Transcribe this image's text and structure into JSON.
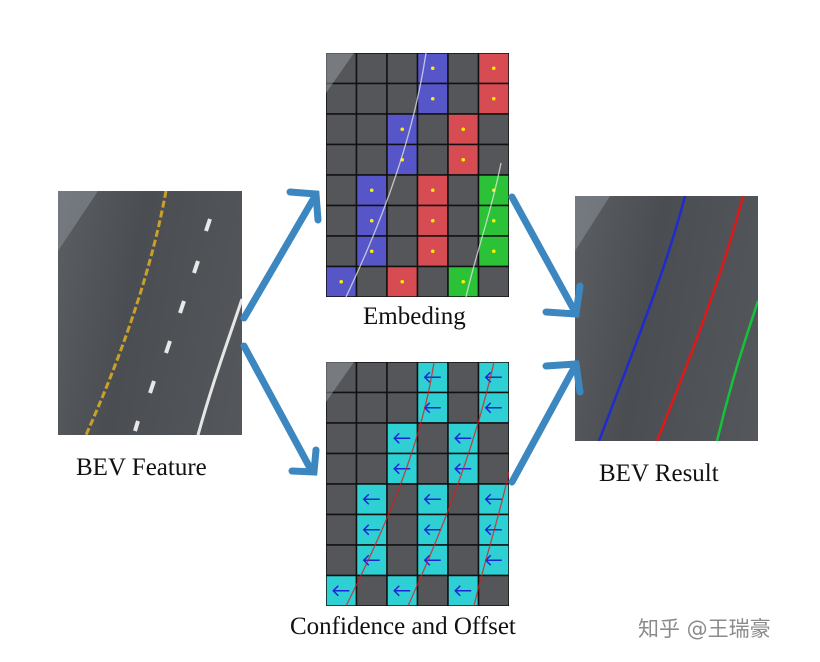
{
  "labels": {
    "bev_feature": "BEV Feature",
    "embeding": "Embeding",
    "confidence_offset": "Confidence and Offset",
    "bev_result": "BEV Result"
  },
  "watermark": "知乎 @王瑞豪",
  "colors": {
    "arrow": "#3d87c0",
    "cell_gray": "#545659",
    "grid_line": "#111111",
    "embed_blue": "#5656c8",
    "embed_red": "#d64c52",
    "embed_green": "#2bc237",
    "conf_cyan": "#2fd0d4",
    "offset_arrow": "#1a26d8",
    "dot": "#ffee00",
    "lane_blue": "#1f2bcf",
    "lane_red": "#e01818",
    "lane_green": "#16c23a",
    "lane_yellow": "#c8a02a"
  },
  "embedding_grid": {
    "rows": 8,
    "cols": 6,
    "cells": [
      [
        null,
        null,
        null,
        "blue",
        null,
        "red"
      ],
      [
        null,
        null,
        null,
        "blue",
        null,
        "red"
      ],
      [
        null,
        null,
        "blue",
        null,
        "red",
        null
      ],
      [
        null,
        null,
        "blue",
        null,
        "red",
        null
      ],
      [
        null,
        "blue",
        null,
        "red",
        null,
        "green"
      ],
      [
        null,
        "blue",
        null,
        "red",
        null,
        "green"
      ],
      [
        null,
        "blue",
        null,
        "red",
        null,
        "green"
      ],
      [
        "blue",
        null,
        "red",
        null,
        "green",
        null
      ]
    ]
  },
  "confidence_grid": {
    "rows": 8,
    "cols": 6,
    "cells": [
      [
        0,
        0,
        0,
        1,
        0,
        1
      ],
      [
        0,
        0,
        0,
        1,
        0,
        1
      ],
      [
        0,
        0,
        1,
        0,
        1,
        0
      ],
      [
        0,
        0,
        1,
        0,
        1,
        0
      ],
      [
        0,
        1,
        0,
        1,
        0,
        1
      ],
      [
        0,
        1,
        0,
        1,
        0,
        1
      ],
      [
        0,
        1,
        0,
        1,
        0,
        1
      ],
      [
        1,
        0,
        1,
        0,
        1,
        0
      ]
    ]
  }
}
